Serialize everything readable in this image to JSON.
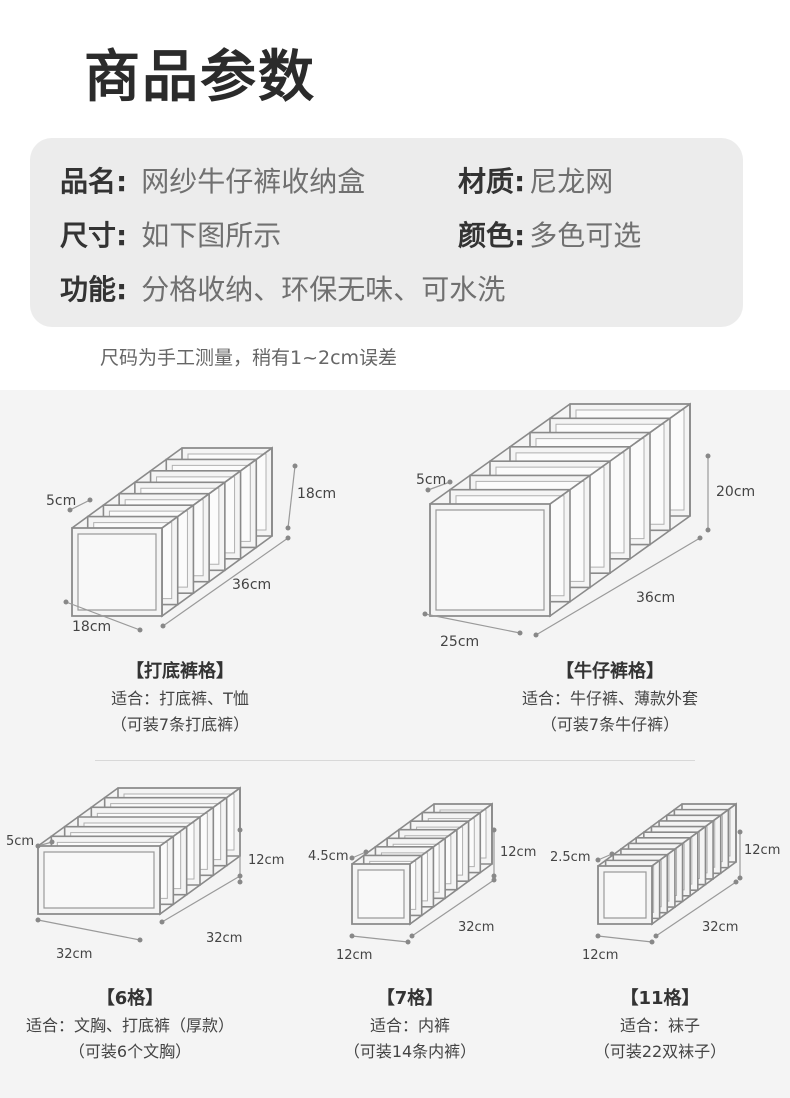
{
  "title": "商品参数",
  "specs": {
    "name": {
      "label": "品名:",
      "value": "网纱牛仔裤收纳盒"
    },
    "material": {
      "label": "材质:",
      "value": "尼龙网"
    },
    "size": {
      "label": "尺寸:",
      "value": "如下图所示"
    },
    "color": {
      "label": "颜色:",
      "value": "多色可选"
    },
    "function": {
      "label": "功能:",
      "value": "分格收纳、环保无味、可水洗"
    }
  },
  "note": "尺码为手工测量，稍有1~2cm误差",
  "products": [
    {
      "title": "【打底裤格】",
      "line1": "适合：打底裤、T恤",
      "line2": "（可装7条打底裤）",
      "dims": {
        "depth": "5cm",
        "height": "18cm",
        "length": "36cm",
        "width": "18cm"
      }
    },
    {
      "title": "【牛仔裤格】",
      "line1": "适合：牛仔裤、薄款外套",
      "line2": "（可装7条牛仔裤）",
      "dims": {
        "depth": "5cm",
        "height": "20cm",
        "length": "36cm",
        "width": "25cm"
      }
    },
    {
      "title": "【6格】",
      "line1": "适合：文胸、打底裤（厚款）",
      "line2": "（可装6个文胸）",
      "dims": {
        "depth": "5cm",
        "height": "12cm",
        "length": "32cm",
        "width": "32cm"
      }
    },
    {
      "title": "【7格】",
      "line1": "适合：内裤",
      "line2": "（可装14条内裤）",
      "dims": {
        "depth": "4.5cm",
        "height": "12cm",
        "length": "32cm",
        "width": "12cm"
      }
    },
    {
      "title": "【11格】",
      "line1": "适合：袜子",
      "line2": "（可装22双袜子）",
      "dims": {
        "depth": "2.5cm",
        "height": "12cm",
        "length": "32cm",
        "width": "12cm"
      }
    }
  ]
}
